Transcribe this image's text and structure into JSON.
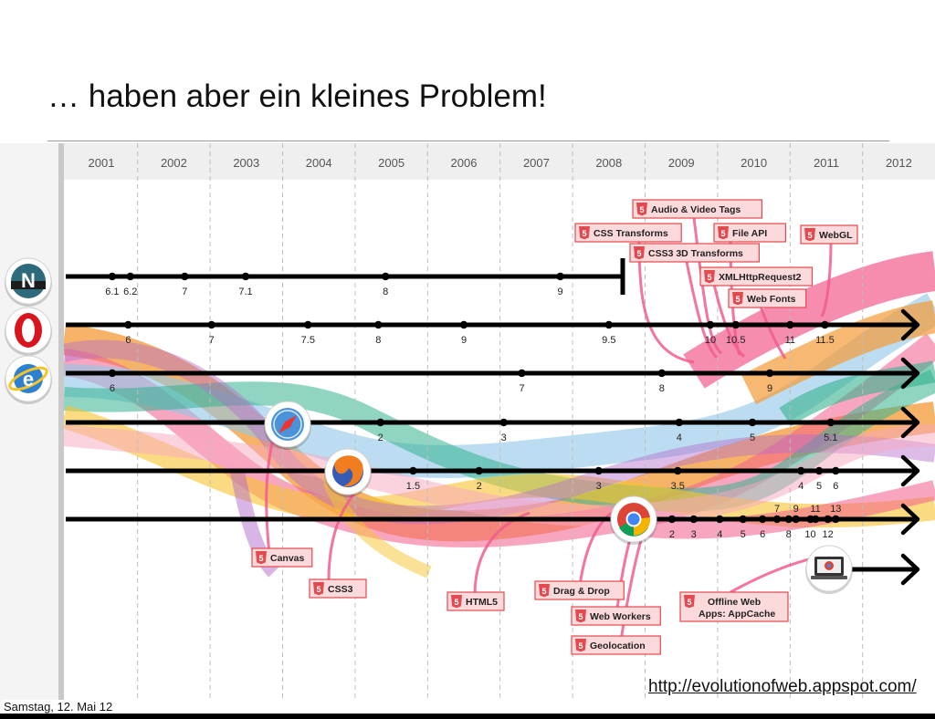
{
  "slide": {
    "title": "… haben aber ein kleines Problem!",
    "source_url": "http://evolutionofweb.appspot.com/",
    "footer_date": "Samstag, 12. Mai 12"
  },
  "timeline": {
    "years": [
      "2001",
      "2002",
      "2003",
      "2004",
      "2005",
      "2006",
      "2007",
      "2008",
      "2009",
      "2010",
      "2011",
      "2012"
    ],
    "browsers": [
      {
        "icon": "netscape-icon",
        "ended": true,
        "versions": [
          {
            "label": "6.1",
            "year": 2001.15
          },
          {
            "label": "6.2",
            "year": 2001.4
          },
          {
            "label": "7",
            "year": 2002.15
          },
          {
            "label": "7.1",
            "year": 2002.99
          },
          {
            "label": "8",
            "year": 2004.92
          },
          {
            "label": "9",
            "year": 2007.33
          }
        ]
      },
      {
        "icon": "opera-icon",
        "ended": false,
        "versions": [
          {
            "label": "6",
            "year": 2001.37
          },
          {
            "label": "7",
            "year": 2002.52
          },
          {
            "label": "7.5",
            "year": 2003.85
          },
          {
            "label": "8",
            "year": 2004.82
          },
          {
            "label": "9",
            "year": 2006.0
          },
          {
            "label": "9.5",
            "year": 2008.0
          },
          {
            "label": "10",
            "year": 2009.4
          },
          {
            "label": "10.5",
            "year": 2009.75
          },
          {
            "label": "11",
            "year": 2010.5
          },
          {
            "label": "11.5",
            "year": 2010.98
          }
        ]
      },
      {
        "icon": "ie-icon",
        "ended": false,
        "versions": [
          {
            "label": "6",
            "year": 2001.15
          },
          {
            "label": "7",
            "year": 2006.8
          },
          {
            "label": "8",
            "year": 2008.73
          },
          {
            "label": "9",
            "year": 2010.22
          }
        ]
      },
      {
        "icon": "safari-icon",
        "ended": false,
        "versions": [
          {
            "label": "2",
            "year": 2004.85
          },
          {
            "label": "3",
            "year": 2006.55
          },
          {
            "label": "4",
            "year": 2008.97
          },
          {
            "label": "5",
            "year": 2009.98
          },
          {
            "label": "5.1",
            "year": 2011.06
          }
        ]
      },
      {
        "icon": "firefox-icon",
        "ended": false,
        "versions": [
          {
            "label": "1.5",
            "year": 2005.3
          },
          {
            "label": "2",
            "year": 2006.21
          },
          {
            "label": "3",
            "year": 2007.86
          },
          {
            "label": "3.5",
            "year": 2008.95
          },
          {
            "label": "4",
            "year": 2010.65
          },
          {
            "label": "5",
            "year": 2010.9
          },
          {
            "label": "6",
            "year": 2011.13
          }
        ]
      },
      {
        "icon": "chrome-icon",
        "ended": false,
        "versions": [
          {
            "label": "2",
            "year": 2008.87
          },
          {
            "label": "3",
            "year": 2009.17
          },
          {
            "label": "4",
            "year": 2009.53
          },
          {
            "label": "5",
            "year": 2009.85
          },
          {
            "label": "6",
            "year": 2010.12
          },
          {
            "label": "7",
            "year": 2010.32
          },
          {
            "label": "8",
            "year": 2010.48
          },
          {
            "label": "9",
            "year": 2010.58
          },
          {
            "label": "10",
            "year": 2010.78
          },
          {
            "label": "11",
            "year": 2010.85
          },
          {
            "label": "12",
            "year": 2011.02
          },
          {
            "label": "13",
            "year": 2011.13
          }
        ]
      },
      {
        "icon": "chromebook-icon",
        "ended": false,
        "versions": []
      }
    ],
    "features": [
      {
        "label": "Audio & Video Tags"
      },
      {
        "label": "CSS Transforms"
      },
      {
        "label": "File API"
      },
      {
        "label": "WebGL"
      },
      {
        "label": "CSS3 3D Transforms"
      },
      {
        "label": "XMLHttpRequest2"
      },
      {
        "label": "Web Fonts"
      },
      {
        "label": "Canvas"
      },
      {
        "label": "CSS3"
      },
      {
        "label": "HTML5"
      },
      {
        "label": "Drag & Drop"
      },
      {
        "label": "Web Workers"
      },
      {
        "label": "Geolocation"
      },
      {
        "label": "Offline Web",
        "label2": "Apps: AppCache"
      }
    ],
    "badge_glyph": "5",
    "colors": {
      "badge": "#e34a4f",
      "badge_bg": "#fcd9da",
      "ribbon_orange": "#f39a36",
      "ribbon_pink": "#f25c8c",
      "ribbon_blue": "#8fc6e8",
      "ribbon_green": "#33b28e",
      "ribbon_yellow": "#f7c32e",
      "ribbon_purple": "#b46ccb"
    }
  }
}
